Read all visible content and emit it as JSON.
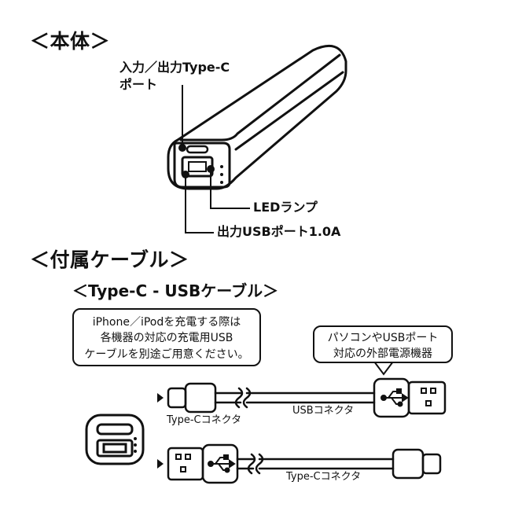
{
  "sections": {
    "body_heading": "＜本体＞",
    "cable_heading": "＜付属ケーブル＞",
    "cable_subheading": "＜Type-C - USBケーブル＞"
  },
  "body_labels": {
    "typec_port_line1": "入力／出力Type-C",
    "typec_port_line2": "ポート",
    "led_lamp": "LEDランプ",
    "usb_port": "出力USBポート1.0A"
  },
  "notes": {
    "iphone_line1": "iPhone／iPodを充電する際は",
    "iphone_line2": "各機器の対応の充電用USB",
    "iphone_line3": "ケーブルを別途ご用意ください。",
    "pc_line1": "パソコンやUSBポート",
    "pc_line2": "対応の外部電源機器"
  },
  "cable_labels": {
    "typec_connector_top": "Type-Cコネクタ",
    "usb_connector": "USBコネクタ",
    "typec_connector_bottom": "Type-Cコネクタ"
  }
}
